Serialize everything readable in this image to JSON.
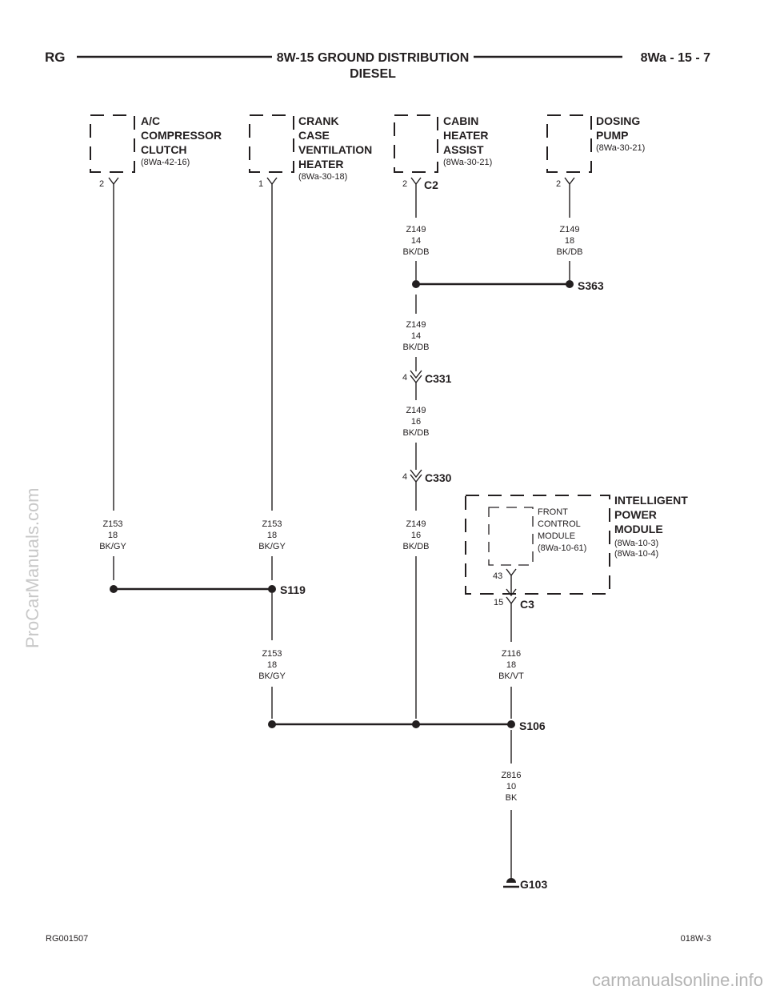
{
  "header": {
    "left": "RG",
    "title_line1": "8W-15 GROUND DISTRIBUTION",
    "title_line2": "DIESEL",
    "right": "8Wa - 15 - 7"
  },
  "components": {
    "ac": {
      "lines": [
        "A/C",
        "COMPRESSOR",
        "CLUTCH"
      ],
      "ref": "(8Wa-42-16)",
      "pin": "2"
    },
    "crank": {
      "lines": [
        "CRANK",
        "CASE",
        "VENTILATION",
        "HEATER"
      ],
      "ref": "(8Wa-30-18)",
      "pin": "1"
    },
    "cabin": {
      "lines": [
        "CABIN",
        "HEATER",
        "ASSIST"
      ],
      "ref": "(8Wa-30-21)",
      "pin": "2",
      "connector": "C2"
    },
    "dosing": {
      "lines": [
        "DOSING",
        "PUMP"
      ],
      "ref": "(8Wa-30-21)",
      "pin": "2"
    },
    "ipm": {
      "lines": [
        "INTELLIGENT",
        "POWER",
        "MODULE"
      ],
      "refs": [
        "(8Wa-10-3)",
        "(8Wa-10-4)"
      ]
    },
    "fcm": {
      "lines": [
        "FRONT",
        "CONTROL",
        "MODULE",
        "(8Wa-10-61)"
      ],
      "pin": "43"
    }
  },
  "wires": {
    "w_cabin": [
      "Z149",
      "14",
      "BK/DB"
    ],
    "w_dosing": [
      "Z149",
      "18",
      "BK/DB"
    ],
    "w_s363_down": [
      "Z149",
      "14",
      "BK/DB"
    ],
    "w_c331_down": [
      "Z149",
      "16",
      "BK/DB"
    ],
    "w_c330_down": [
      "Z149",
      "16",
      "BK/DB"
    ],
    "w_ac": [
      "Z153",
      "18",
      "BK/GY"
    ],
    "w_crank": [
      "Z153",
      "18",
      "BK/GY"
    ],
    "w_s119_down": [
      "Z153",
      "18",
      "BK/GY"
    ],
    "w_c3_down": [
      "Z116",
      "18",
      "BK/VT"
    ],
    "w_s106_down": [
      "Z816",
      "10",
      "BK"
    ]
  },
  "connectors": {
    "c331": {
      "label": "C331",
      "pin": "4"
    },
    "c330": {
      "label": "C330",
      "pin": "4"
    },
    "c3": {
      "label": "C3",
      "pin": "15"
    }
  },
  "splices": {
    "s363": "S363",
    "s119": "S119",
    "s106": "S106"
  },
  "ground": "G103",
  "footer": {
    "left": "RG001507",
    "right": "018W-3"
  },
  "watermarks": {
    "side": "ProCarManuals.com",
    "bottom": "carmanualsonline.info"
  }
}
